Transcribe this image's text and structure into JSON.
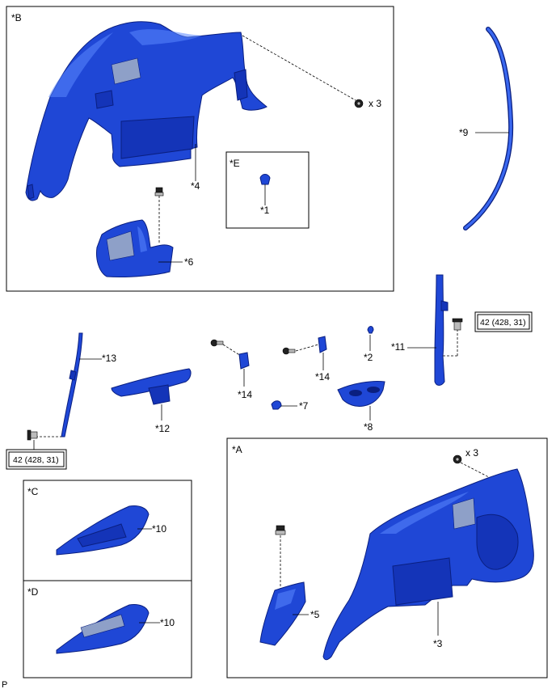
{
  "panels": {
    "B": "*B",
    "E": "*E",
    "A": "*A",
    "C": "*C",
    "D": "*D"
  },
  "callouts": {
    "p1": "*1",
    "p2": "*2",
    "p3": "*3",
    "p4": "*4",
    "p5": "*5",
    "p6": "*6",
    "p7": "*7",
    "p8": "*8",
    "p9": "*9",
    "p10c": "*10",
    "p10d": "*10",
    "p11": "*11",
    "p12": "*12",
    "p13": "*13",
    "p14a": "*14",
    "p14b": "*14"
  },
  "quantities": {
    "upper_bolt": "x 3",
    "lower_bolt": "x 3"
  },
  "torque": {
    "right": "42 (428, 31)",
    "left": "42 (428, 31)"
  },
  "corner_mark": "P",
  "colors": {
    "part_fill": "#1f47d6",
    "part_stroke": "#0a1f80"
  }
}
